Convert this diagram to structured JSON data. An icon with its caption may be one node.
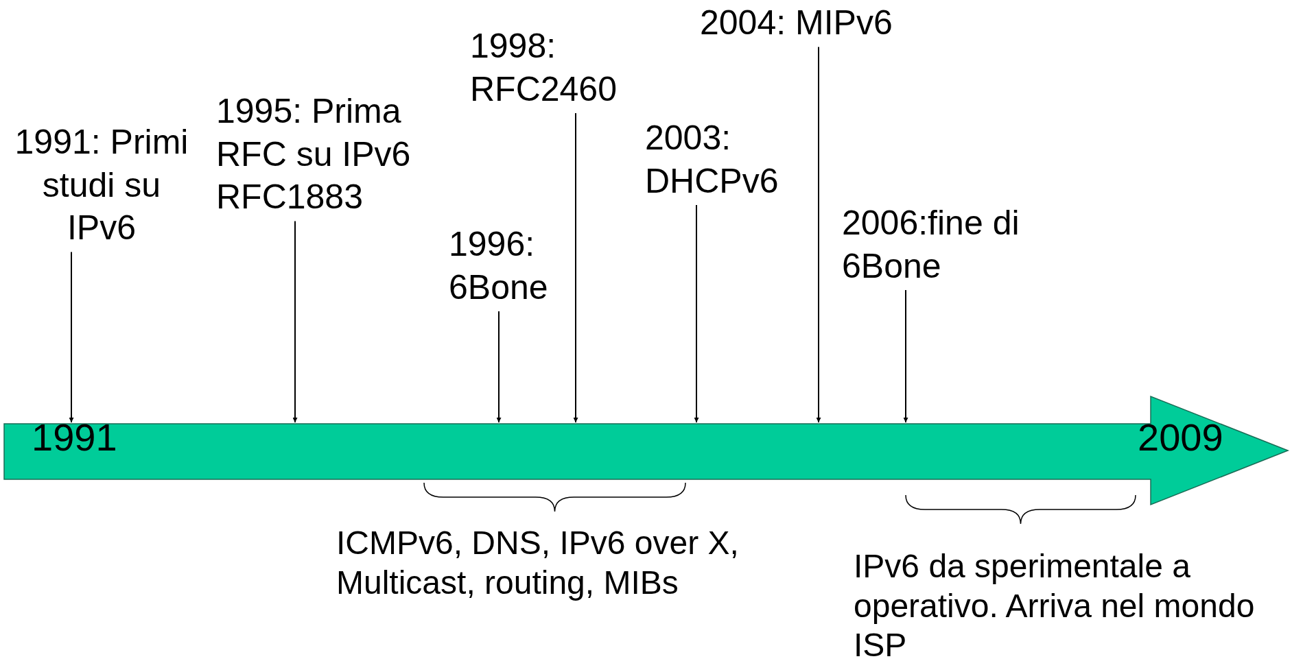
{
  "diagram": {
    "nodes": [
      {
        "text": [
          "1991",
          "2009"
        ]
      },
      {
        "text": [
          "1991: Primi studi su IPv6"
        ]
      },
      {
        "text": [
          "1995: Prima RFC su IPv6 RFC1883"
        ]
      },
      {
        "text": [
          "1996: 6Bone"
        ]
      },
      {
        "text": [
          "1998: RFC2460"
        ]
      },
      {
        "text": [
          "2003: DHCPv6"
        ]
      },
      {
        "text": [
          "2004: MIPv6"
        ]
      },
      {
        "text": [
          "2006:fine di 6Bone"
        ]
      }
    ],
    "edges": [
      {
        "from": 1,
        "to": 0,
        "arrow": "to"
      },
      {
        "from": 2,
        "to": 0,
        "arrow": "to"
      },
      {
        "from": 3,
        "to": 0,
        "arrow": "to"
      },
      {
        "from": 4,
        "to": 0,
        "arrow": "to"
      },
      {
        "from": 5,
        "to": 0,
        "arrow": "to"
      },
      {
        "from": 6,
        "to": 0,
        "arrow": "to"
      },
      {
        "from": 7,
        "to": 0,
        "arrow": "to"
      }
    ],
    "labels": [
      "ICMPv6, DNS, IPv6 over X, Multicast, routing, MIBs",
      "IPv6 da sperimentale a operativo. Arriva nel mondo ISP"
    ]
  }
}
